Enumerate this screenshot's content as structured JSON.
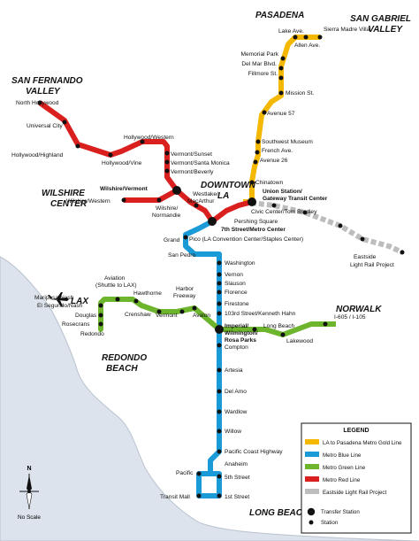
{
  "regions": {
    "pasadena": "PASADENA",
    "san_gabriel": [
      "SAN GABRIEL",
      "VALLEY"
    ],
    "san_fernando": [
      "SAN FERNANDO",
      "VALLEY"
    ],
    "wilshire": [
      "WILSHIRE",
      "CENTER"
    ],
    "downtown": [
      "DOWNTOWN",
      "LA"
    ],
    "lax": "LAX",
    "norwalk": "NORWALK",
    "redondo": [
      "REDONDO",
      "BEACH"
    ],
    "long_beach": "LONG BEACH"
  },
  "stations": {
    "sierra_madre_villa": "Sierra Madre Villa",
    "lake_ave": "Lake Ave.",
    "allen_ave": "Allen Ave.",
    "memorial_park": "Memorial Park",
    "del_mar": "Del Mar Blvd.",
    "fillmore": "Fillmore St.",
    "mission": "Mission St.",
    "avenue_57": "Avenue 57",
    "southwest_museum": "Southwest Museum",
    "french_ave": "French Ave.",
    "avenue_26": "Avenue 26",
    "chinatown": "Chinatown",
    "union_station_1": "Union Station/",
    "union_station_2": "Gateway Transit Center",
    "civic_center": "Civic Center/Tom Bradley",
    "pershing": "Pershing Square",
    "eastside_1": "Eastside",
    "eastside_2": "Light Rail Project",
    "north_hollywood": "North Hollywood",
    "universal_city": "Universal City",
    "hollywood_highland": "Hollywood/Highland",
    "hollywood_vine": "Hollywood/Vine",
    "hollywood_western": "Hollywood/Western",
    "vermont_sunset": "Vermont/Sunset",
    "vermont_santa_monica": "Vermont/Santa Monica",
    "vermont_beverly": "Vermont/Beverly",
    "wilshire_vermont": "Wilshire/Vermont",
    "westlake_1": "Westlake/",
    "westlake_2": "MacArthur",
    "wilshire_western": "Wilshire/Western",
    "wilshire_normandie_1": "Wilshire/",
    "wilshire_normandie_2": "Normandie",
    "seventh_metro": "7th Street/Metro Center",
    "grand": "Grand",
    "pico": "Pico (LA Convention Center/Staples Center)",
    "san_pedro": "San Pedro",
    "washington": "Washington",
    "vernon": "Vernon",
    "slauson": "Slauson",
    "florence": "Florence",
    "firestone": "Firestone",
    "st103": "103rd Street/Kenneth Hahn",
    "imperial_1": "Imperial/",
    "imperial_2": "Wilmington/",
    "imperial_3": "Rosa Parks",
    "compton": "Compton",
    "artesia": "Artesia",
    "del_amo": "Del Amo",
    "wardlow": "Wardlow",
    "willow": "Willow",
    "pch": "Pacific Coast Highway",
    "anaheim": "Anaheim",
    "fifth": "5th Street",
    "first": "1st Street",
    "pacific": "Pacific",
    "transit_mall": "Transit Mall",
    "aviation_1": "Aviation",
    "aviation_2": "(Shuttle to LAX)",
    "mariposa": "Mariposa/Nash",
    "el_segundo": "El Segundo/Nash",
    "douglas": "Douglas",
    "rosecrans": "Rosecrans",
    "redondo": "Redondo",
    "hawthorne": "Hawthorne",
    "crenshaw": "Crenshaw",
    "vermont": "Vermont",
    "harbor_1": "Harbor",
    "harbor_2": "Freeway",
    "avalon": "Avalon",
    "long_beach_blvd": "Long Beach",
    "lakewood": "Lakewood",
    "i605": "I-605 / I-105"
  },
  "compass": {
    "north": "N",
    "scale": "No Scale"
  },
  "legend": {
    "title": "LEGEND",
    "items": [
      {
        "label": "LA to Pasadena Metro Gold Line",
        "color": "#f5b800"
      },
      {
        "label": "Metro Blue Line",
        "color": "#1a9ad6"
      },
      {
        "label": "Metro Green Line",
        "color": "#6cb52d"
      },
      {
        "label": "Metro Red Line",
        "color": "#d9201e"
      },
      {
        "label": "Eastside Light Rail Project",
        "color": "#bdbdbd"
      }
    ],
    "transfer": "Transfer Station",
    "station": "Station"
  },
  "colors": {
    "gold": "#f5b800",
    "blue": "#1a9ad6",
    "green": "#6cb52d",
    "red": "#d9201e",
    "eastside": "#bdbdbd",
    "land": "#ffffff",
    "ocean": "#dde3ec"
  }
}
